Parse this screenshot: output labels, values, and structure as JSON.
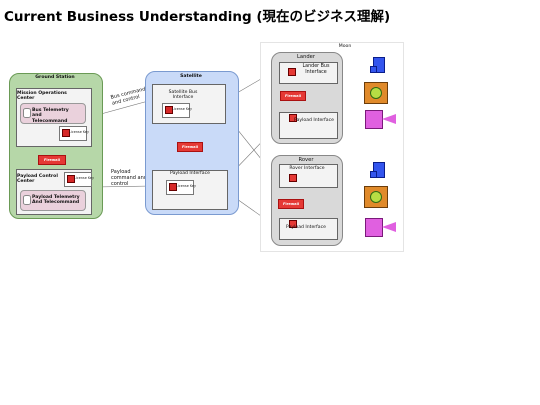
{
  "title": "Current Business Understanding (現在のビジネス理解)",
  "ground_station": {
    "label": "Ground Station",
    "moc": {
      "label": "Mission Operations Center",
      "telemetry": "Bus Telemetry and Telecommand",
      "license": "License Key"
    },
    "firewall": "Firewall",
    "pcc": {
      "label": "Payload Control Center",
      "license": "License Key",
      "telemetry": "Payload Telemetry And Telecommand"
    }
  },
  "satellite": {
    "label": "Satellite",
    "bus": {
      "label": "Satellite Bus Interface",
      "license": "License Key"
    },
    "firewall": "Firewall",
    "payload": {
      "label": "Payload Interface",
      "license": "License Key"
    }
  },
  "links": {
    "bus": "Bus command and control",
    "payload": "Payload command and control"
  },
  "moon": {
    "label": "Moon",
    "lander": {
      "label": "Lander",
      "bus": "Lander Bus Interface",
      "firewall": "Firewall",
      "payload": "Payload Interface"
    },
    "rover": {
      "label": "Rover",
      "bus": "Rover Interface",
      "firewall": "Firewall",
      "payload": "Payload Interface"
    }
  },
  "colors": {
    "ground_station": "#b6d7a8",
    "satellite": "#c9daf8",
    "firewall": "#e53935",
    "device_blue": "#3355ee",
    "device_orange": "#e08a2a",
    "device_magenta": "#e060e0"
  }
}
